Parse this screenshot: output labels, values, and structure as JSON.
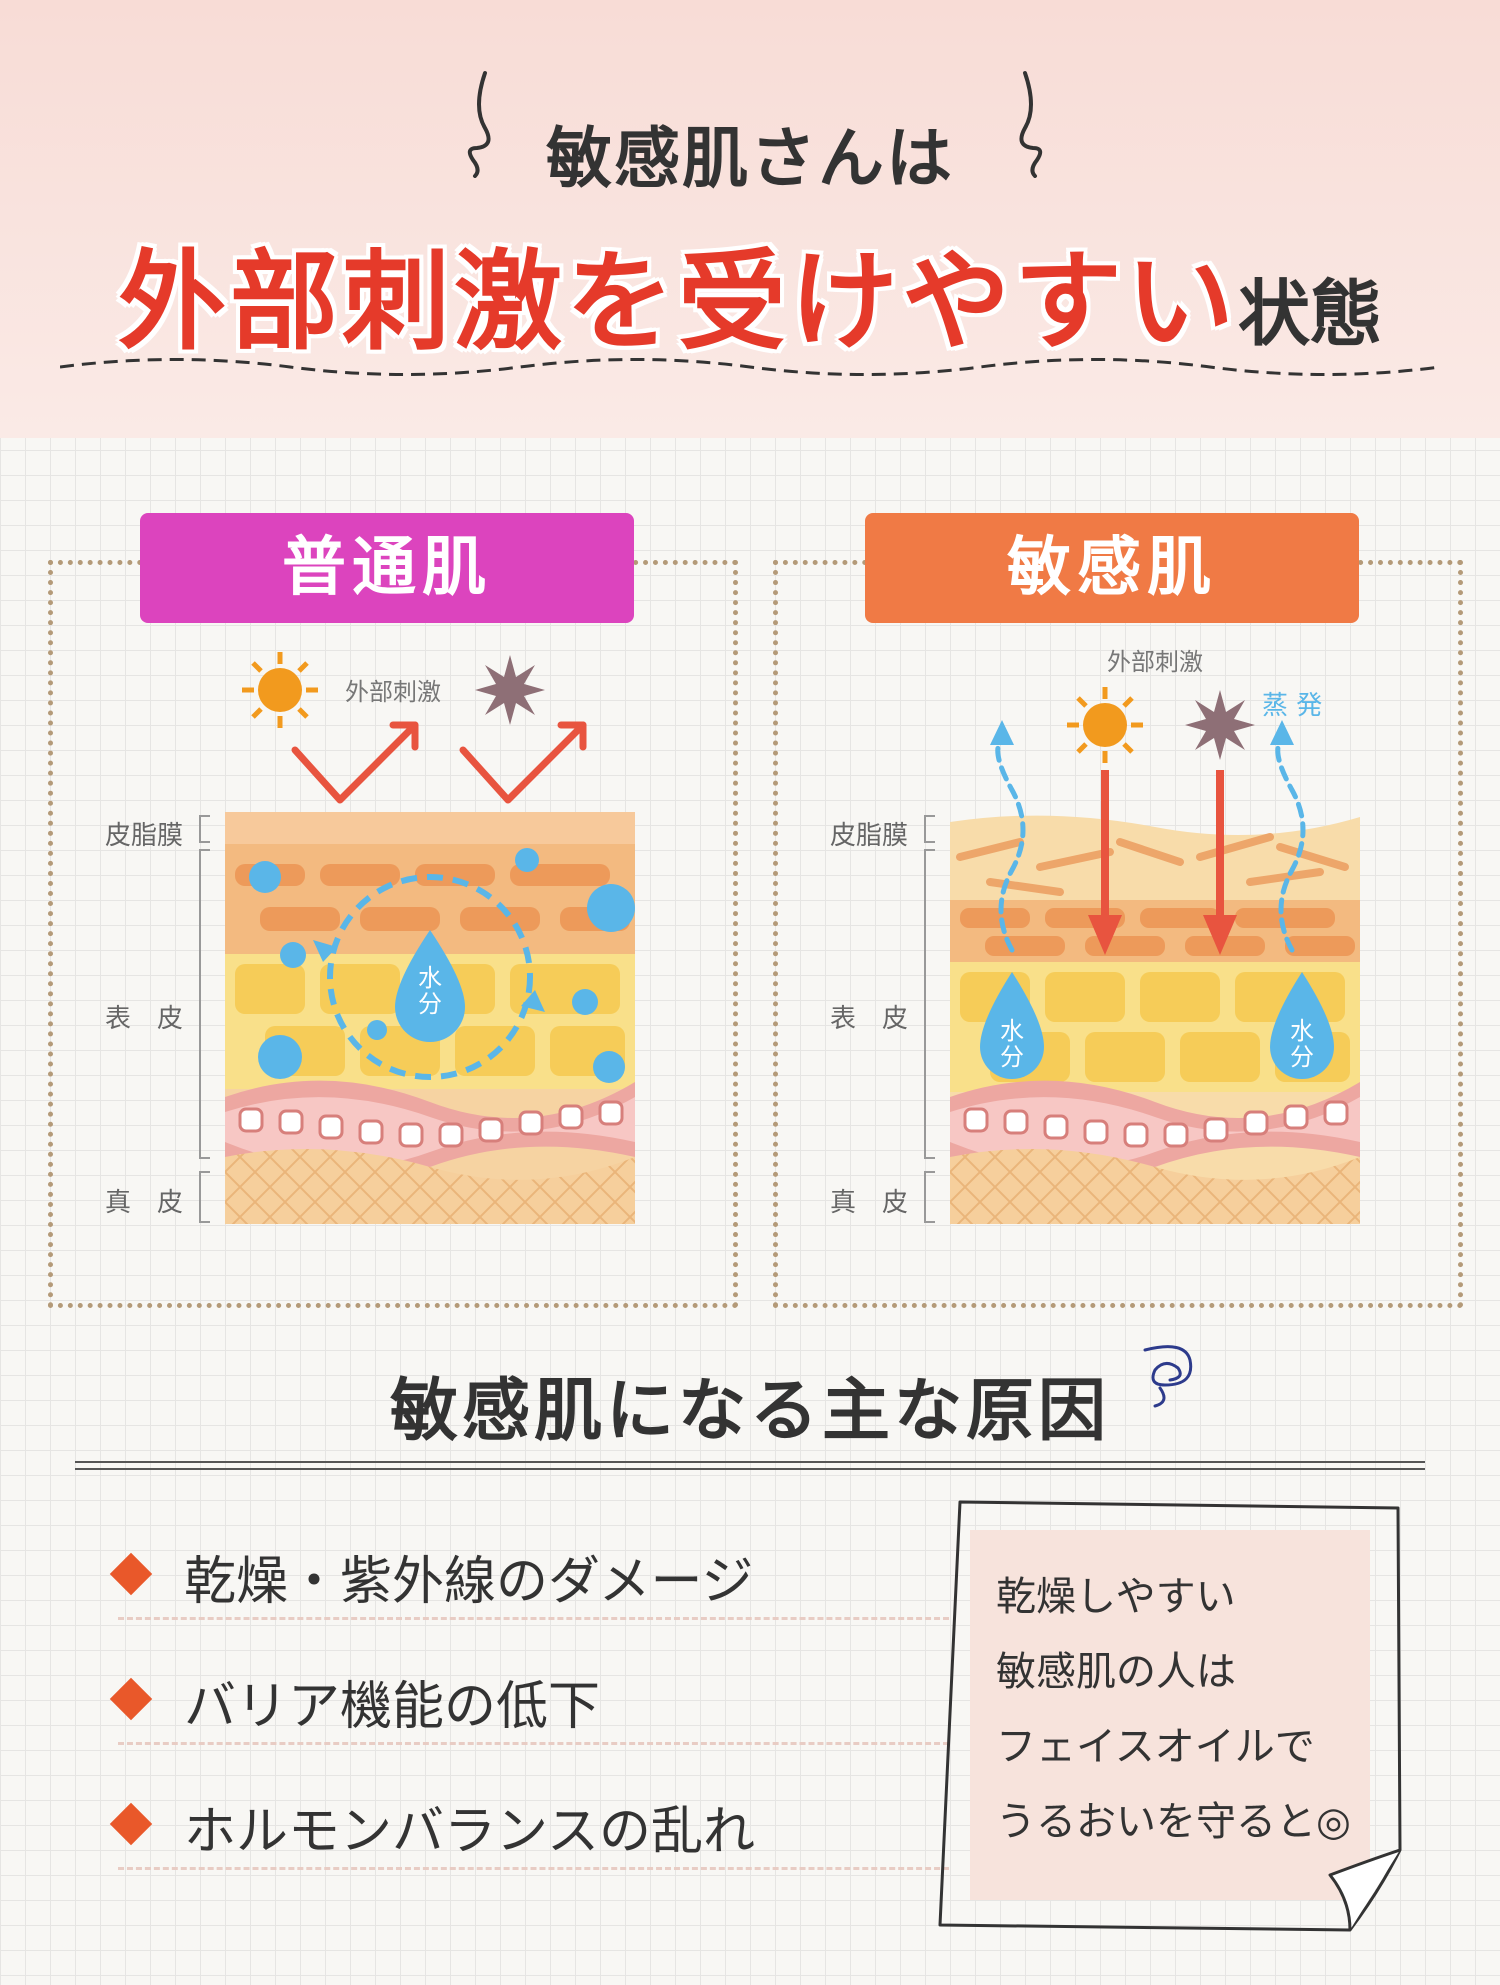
{
  "header": {
    "subtitle": "敏感肌さんは",
    "title_emphasis": "外部刺激を受けやすい",
    "title_suffix": "状態"
  },
  "panels": {
    "normal": {
      "tag": "普通肌",
      "tag_color": "#dc44be",
      "stimulus_label": "外部刺激",
      "layers": [
        "皮脂膜",
        "表　皮",
        "真　皮"
      ],
      "water_label": "水分"
    },
    "sensitive": {
      "tag": "敏感肌",
      "tag_color": "#f07a45",
      "stimulus_label": "外部刺激",
      "evaporation_label": "蒸 発",
      "layers": [
        "皮脂膜",
        "表　皮",
        "真　皮"
      ],
      "water_label": "水分"
    }
  },
  "causes": {
    "title": "敏感肌になる主な原因",
    "items": [
      "乾燥・紫外線のダメージ",
      "バリア機能の低下",
      "ホルモンバランスの乱れ"
    ]
  },
  "note": {
    "lines": [
      "乾燥しやすい",
      "敏感肌の人は",
      "フェイスオイルで",
      "うるおいを守ると◎"
    ]
  },
  "colors": {
    "accent_red": "#e53a2a",
    "arrow_red": "#e8543f",
    "water_blue": "#5ab6e8",
    "bullet_orange": "#e9582a"
  }
}
